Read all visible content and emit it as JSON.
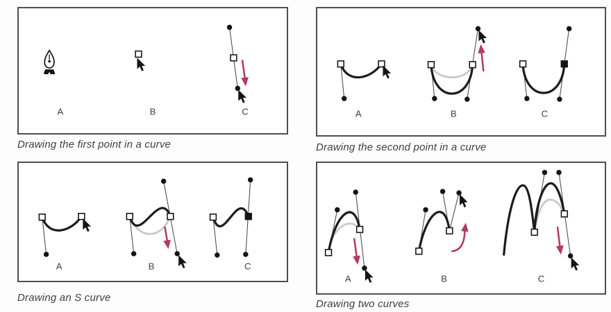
{
  "figure": {
    "panels": [
      {
        "caption": "Drawing the first point in a curve",
        "labels": [
          "A",
          "B",
          "C"
        ]
      },
      {
        "caption": "Drawing the second point in a curve",
        "labels": [
          "A",
          "B",
          "C"
        ]
      },
      {
        "caption": "Drawing an S curve",
        "labels": [
          "A",
          "B",
          "C"
        ]
      },
      {
        "caption": "Drawing two curves",
        "labels": [
          "A",
          "B",
          "C"
        ]
      }
    ],
    "icons": {
      "pen_tool": "pen-nib-outline-with-base",
      "pointer": "black-arrow-cursor",
      "drag_arrow": "magenta-drag-arrow",
      "anchor_unselected": "hollow-square",
      "anchor_selected": "filled-square",
      "direction_point": "filled-dot"
    },
    "colors": {
      "panel_border": "#4f4f4f",
      "curve": "#1c1c1c",
      "ghost_curve": "#cbcbcb",
      "direction_line": "#4d4d4d",
      "drag_arrow": "#b23a65",
      "text": "#3e3e3e",
      "background": "#fdfdfd"
    }
  }
}
